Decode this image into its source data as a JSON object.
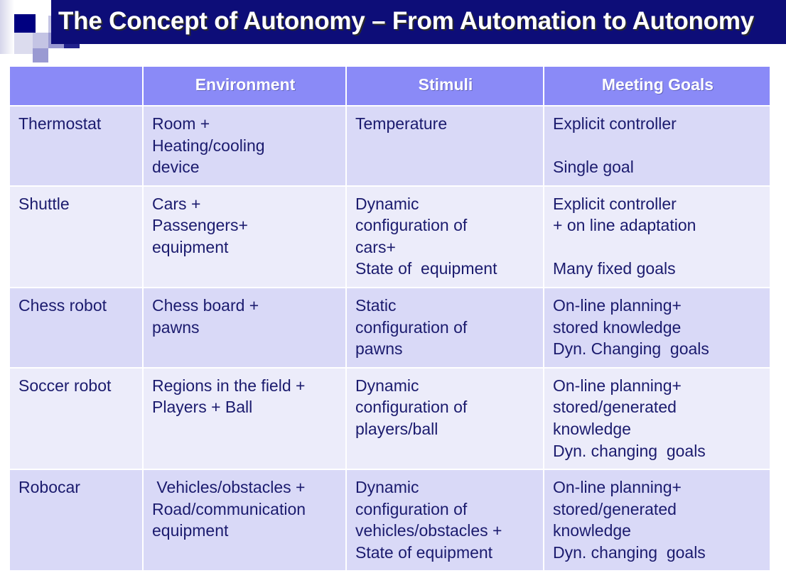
{
  "slide": {
    "title": "The Concept of Autonomy –  From Automation to Autonomy",
    "title_bar_color": "#0d0d78",
    "title_text_color": "#ffffff",
    "header_fill": "#8a8af7",
    "row_fill_a": "#d9d9f7",
    "row_fill_b": "#ececfa",
    "body_text_color": "#1b1b6e"
  },
  "decor": {
    "name": "mosaic-squares",
    "colors": [
      "#000080",
      "#22228c",
      "#9a9ad2",
      "#c4c4e4",
      "#b9b9df",
      "#dcdcee"
    ]
  },
  "table": {
    "headers": [
      "",
      "Environment",
      "Stimuli",
      "Meeting Goals"
    ],
    "rows": [
      {
        "system": "Thermostat",
        "environment": "Room +\nHeating/cooling\ndevice",
        "stimuli": "Temperature",
        "goals": "Explicit controller\n\nSingle goal"
      },
      {
        "system": "Shuttle",
        "environment": "Cars +\nPassengers+\nequipment",
        "stimuli": "Dynamic\nconfiguration of\ncars+\nState of  equipment",
        "goals": "Explicit controller\n+ on line adaptation\n\nMany fixed goals"
      },
      {
        "system": "Chess robot",
        "environment": "Chess board +\npawns",
        "stimuli": "Static\nconfiguration of\npawns",
        "goals": "On-line planning+\nstored knowledge\nDyn. Changing  goals"
      },
      {
        "system": "Soccer robot",
        "environment": "Regions in the field +\nPlayers + Ball",
        "stimuli": "Dynamic\nconfiguration of\nplayers/ball",
        "goals": "On-line planning+\nstored/generated\nknowledge\nDyn. changing  goals"
      },
      {
        "system": "Robocar",
        "environment": " Vehicles/obstacles +\nRoad/communication\nequipment",
        "stimuli": "Dynamic\nconfiguration of\nvehicles/obstacles +\nState of equipment",
        "goals": "On-line planning+\nstored/generated\nknowledge\nDyn. changing  goals"
      }
    ]
  }
}
